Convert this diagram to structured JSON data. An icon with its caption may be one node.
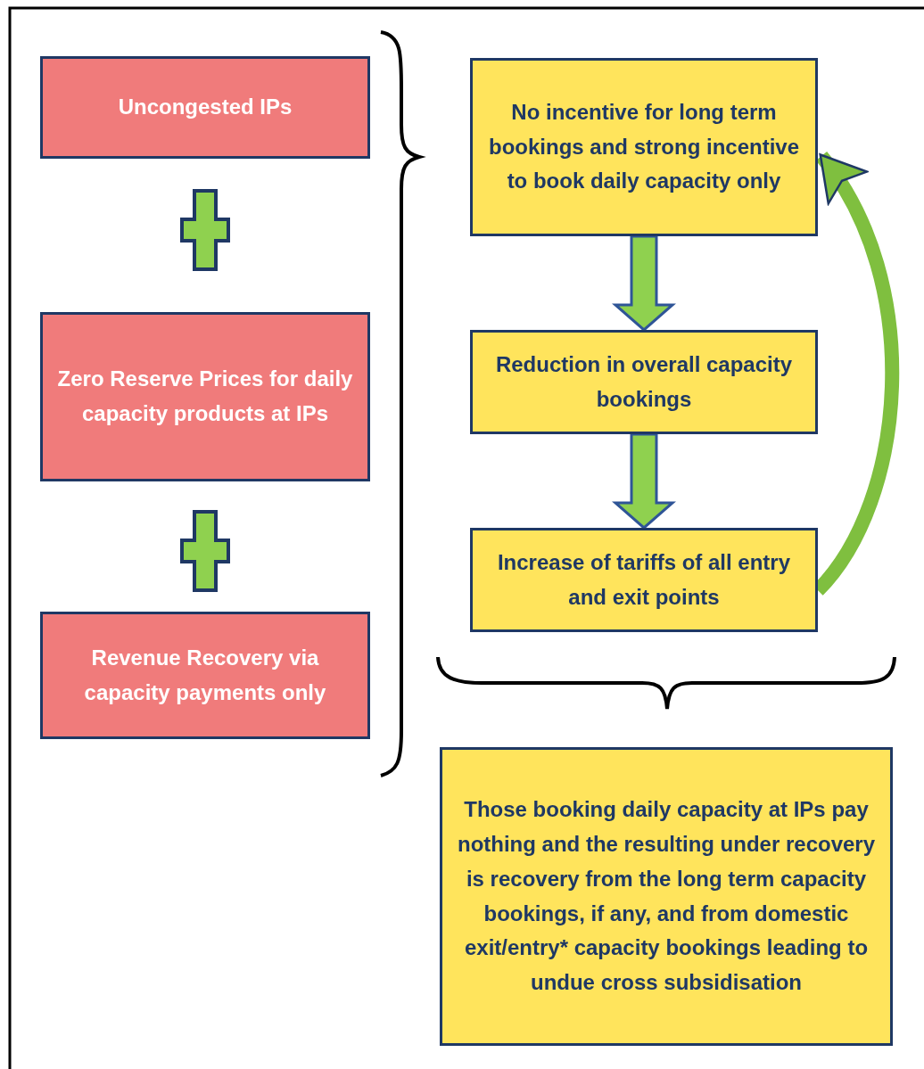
{
  "diagram": {
    "nodes": [
      {
        "text": [
          "Uncongested IPs"
        ]
      },
      {
        "text": [
          "Zero Reserve Prices for daily capacity products at IPs"
        ]
      },
      {
        "text": [
          "Revenue Recovery via capacity payments only"
        ]
      },
      {
        "text": [
          "No incentive for long term bookings and strong incentive to book daily capacity only"
        ]
      },
      {
        "text": [
          "Reduction in overall capacity bookings"
        ]
      },
      {
        "text": [
          "Increase of tariffs of all entry and exit points"
        ]
      },
      {
        "text": [
          "Those booking daily capacity at IPs pay nothing and the resulting under recovery is recovery from the long term capacity bookings, if any, and from domestic exit/entry* capacity bookings leading to undue cross subsidisation"
        ]
      }
    ],
    "edges": [
      {
        "from": 3,
        "to": 4,
        "arrow": "to"
      },
      {
        "from": 4,
        "to": 5,
        "arrow": "to"
      },
      {
        "from": 5,
        "to": 3,
        "arrow": "to"
      }
    ]
  }
}
